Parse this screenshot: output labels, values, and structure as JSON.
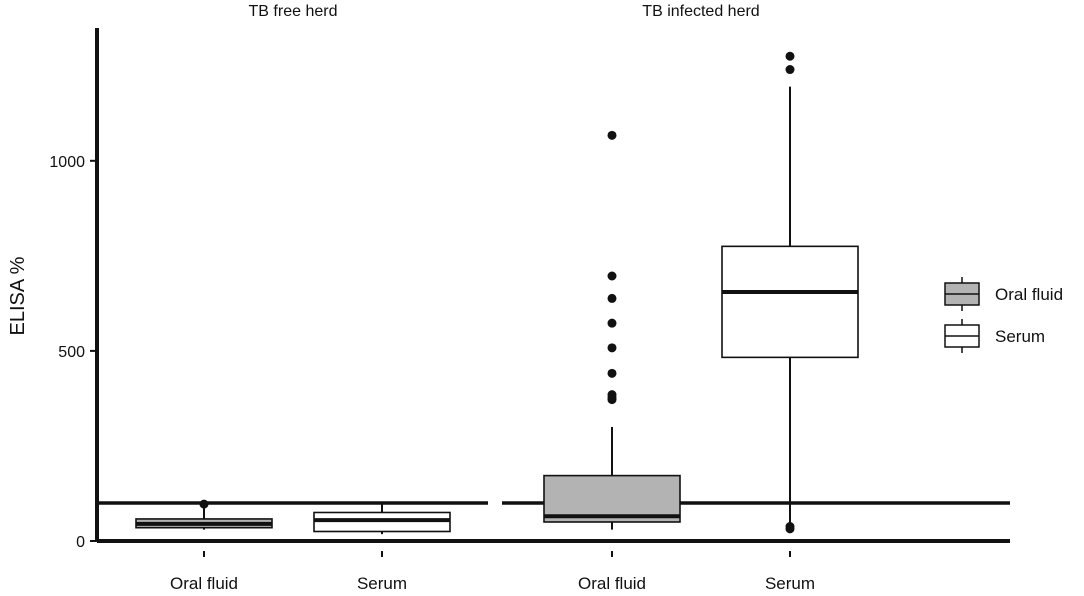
{
  "chart_data": {
    "type": "box",
    "ylabel": "ELISA %",
    "ylim": [
      0,
      1350
    ],
    "yticks": [
      0,
      500,
      1000
    ],
    "cutoff": 100,
    "grid": false,
    "legend": {
      "placement": "right",
      "entries": [
        {
          "label": "Oral fluid",
          "fill": "#b3b3b3"
        },
        {
          "label": "Serum",
          "fill": "#ffffff"
        }
      ]
    },
    "panels": [
      {
        "title": "TB free herd",
        "boxes": [
          {
            "category": "Oral fluid",
            "fill": "#b3b3b3",
            "whisker_low": 30,
            "q1": 35,
            "median": 45,
            "q3": 58,
            "whisker_high": 95,
            "outliers": [
              97
            ]
          },
          {
            "category": "Serum",
            "fill": "#ffffff",
            "whisker_low": 18,
            "q1": 25,
            "median": 55,
            "q3": 75,
            "whisker_high": 98,
            "outliers": []
          }
        ]
      },
      {
        "title": "TB infected herd",
        "boxes": [
          {
            "category": "Oral fluid",
            "fill": "#b3b3b3",
            "whisker_low": 30,
            "q1": 50,
            "median": 65,
            "q3": 172,
            "whisker_high": 300,
            "outliers": [
              372,
              378,
              385,
              441,
              508,
              573,
              638,
              697,
              1067
            ]
          },
          {
            "category": "Serum",
            "fill": "#ffffff",
            "whisker_low": 45,
            "q1": 483,
            "median": 655,
            "q3": 775,
            "whisker_high": 1195,
            "outliers": [
              32,
              38,
              1240,
              1275
            ]
          }
        ]
      }
    ]
  }
}
